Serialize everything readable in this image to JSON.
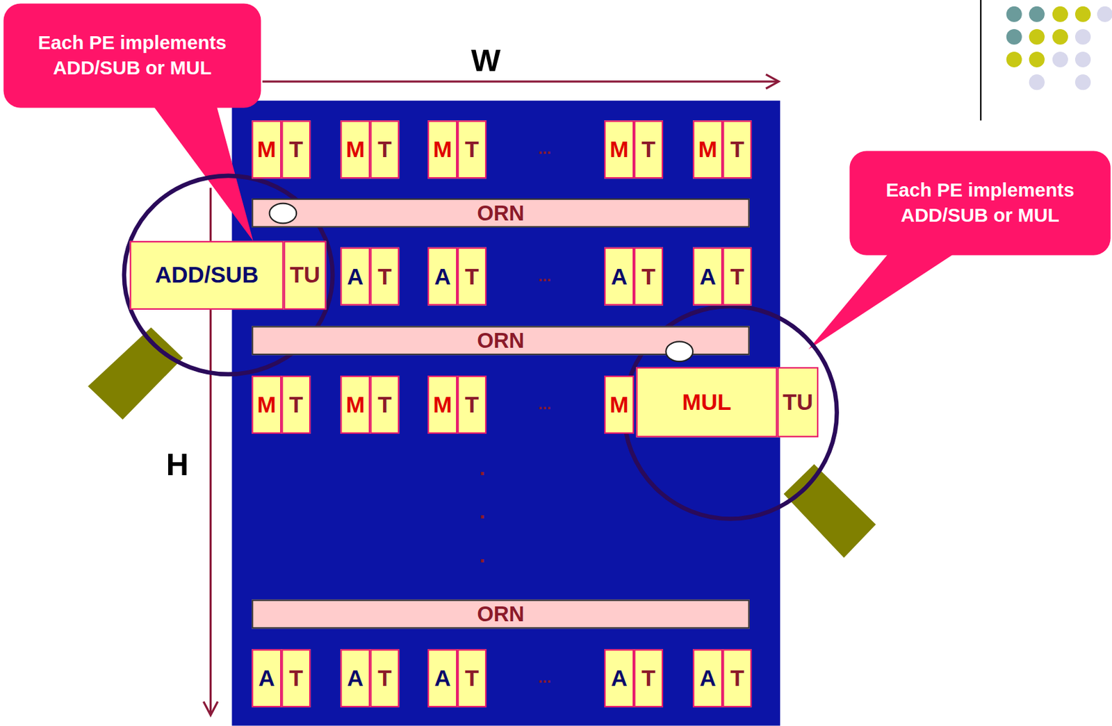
{
  "diagram": {
    "nodes": [
      {
        "text": [
          "Each PE implements ADD/SUB or MUL"
        ]
      },
      {
        "text": [
          "M",
          "T"
        ]
      },
      {
        "text": [
          "M",
          "T"
        ]
      },
      {
        "text": [
          "M",
          "T"
        ]
      },
      {
        "text": [
          "M",
          "T"
        ]
      },
      {
        "text": [
          "M",
          "T"
        ]
      },
      {
        "text": [
          "ORN"
        ]
      },
      {
        "text": [
          "ADD/SUB",
          "TU"
        ]
      },
      {
        "text": [
          "A",
          "T"
        ]
      },
      {
        "text": [
          "A",
          "T"
        ]
      },
      {
        "text": [
          "A",
          "T"
        ]
      },
      {
        "text": [
          "A",
          "T"
        ]
      },
      {
        "text": [
          "ORN"
        ]
      },
      {
        "text": [
          "M",
          "T"
        ]
      },
      {
        "text": [
          "M",
          "T"
        ]
      },
      {
        "text": [
          "M",
          "T"
        ]
      },
      {
        "text": [
          "M"
        ]
      },
      {
        "text": [
          "MUL",
          "TU"
        ]
      },
      {
        "text": [
          "ORN"
        ]
      },
      {
        "text": [
          "A",
          "T"
        ]
      },
      {
        "text": [
          "A",
          "T"
        ]
      },
      {
        "text": [
          "A",
          "T"
        ]
      },
      {
        "text": [
          "A",
          "T"
        ]
      },
      {
        "text": [
          "A",
          "T"
        ]
      },
      {
        "text": [
          "Each PE implements ADD/SUB or MUL"
        ]
      }
    ],
    "edges": [],
    "labels": [
      "W",
      "H",
      "...",
      "...",
      "...",
      "...",
      ".",
      ".",
      "."
    ]
  }
}
